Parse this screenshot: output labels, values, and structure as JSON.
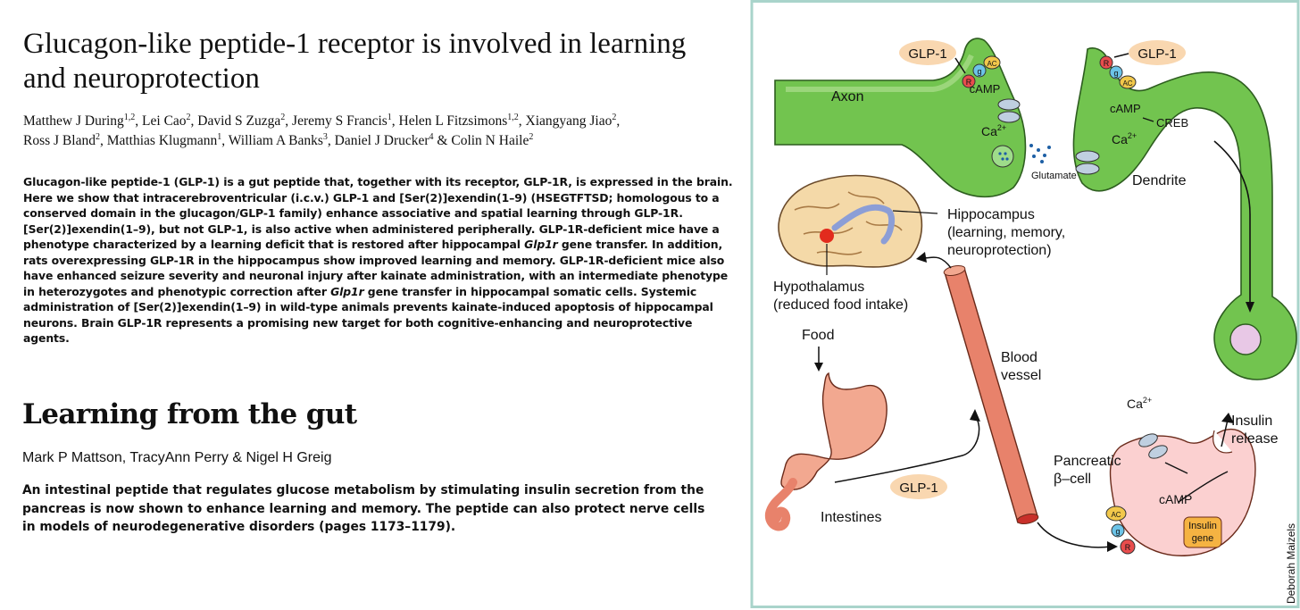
{
  "article1": {
    "title_line1": "Glucagon-like peptide-1 receptor is involved in learning",
    "title_line2": "and neuroprotection",
    "authors": [
      {
        "name": "Matthew J During",
        "aff": "1,2",
        "sep": ", "
      },
      {
        "name": "Lei Cao",
        "aff": "2",
        "sep": ", "
      },
      {
        "name": "David S Zuzga",
        "aff": "2",
        "sep": ", "
      },
      {
        "name": "Jeremy S Francis",
        "aff": "1",
        "sep": ", "
      },
      {
        "name": "Helen L Fitzsimons",
        "aff": "1,2",
        "sep": ", "
      },
      {
        "name": "Xiangyang Jiao",
        "aff": "2",
        "sep": ","
      },
      {
        "name": "Ross J Bland",
        "aff": "2",
        "sep": ", "
      },
      {
        "name": "Matthias Klugmann",
        "aff": "1",
        "sep": ", "
      },
      {
        "name": "William A Banks",
        "aff": "3",
        "sep": ", "
      },
      {
        "name": "Daniel J Drucker",
        "aff": "4",
        "sep": " & "
      },
      {
        "name": "Colin N Haile",
        "aff": "2",
        "sep": ""
      }
    ],
    "abstract_parts": {
      "p1": "Glucagon-like peptide-1 (GLP-1) is a gut peptide that, together with its receptor, GLP-1R, is expressed in the brain. Here we show that intracerebroventricular (i.c.v.) GLP-1 and [Ser(2)]exendin(1–9) (HSEGTFTSD; homologous to a conserved domain in the glucagon/GLP-1 family) enhance associative and spatial learning through GLP-1R. [Ser(2)]exendin(1–9), but not GLP-1, is also active when administered peripherally. GLP-1R-deficient mice have a phenotype characterized by a learning deficit that is restored after hippocampal ",
      "gene1": "Glp1r",
      "p2": " gene transfer. In addition, rats overexpressing GLP-1R in the hippocampus show improved learning and memory. GLP-1R-deficient mice also have enhanced seizure severity and neuronal injury after kainate administration, with an intermediate phenotype in heterozygotes and phenotypic correction after ",
      "gene2": "Glp1r",
      "p3": " gene transfer in hippocampal somatic cells. Systemic administration of [Ser(2)]exendin(1–9) in wild-type animals prevents kainate-induced apoptosis of hippocampal neurons. Brain GLP-1R represents a promising new target for both cognitive-enhancing and neuroprotective agents."
    }
  },
  "article2": {
    "title": "Learning from the gut",
    "authors": "Mark P Mattson, TracyAnn Perry & Nigel H Greig",
    "summary": "An intestinal peptide that regulates glucose metabolism by stimulating insulin secretion from the pancreas is now shown to enhance learning and memory. The peptide can also protect nerve cells in models of neurodegenerative disorders (pages 1173–1179)."
  },
  "figure": {
    "labels": {
      "glp1_a": "GLP-1",
      "glp1_b": "GLP-1",
      "glp1_c": "GLP-1",
      "axon": "Axon",
      "dendrite": "Dendrite",
      "camp_axon": "cAMP",
      "ca_axon": "Ca",
      "camp_dend": "cAMP",
      "ca_dend": "Ca",
      "creb": "CREB",
      "glutamate": "Glutamate",
      "hippocampus": "Hippocampus",
      "hippocampus_note1": "(learning, memory,",
      "hippocampus_note2": "neuroprotection)",
      "hypothalamus": "Hypothalamus",
      "hypothalamus_note": "(reduced food intake)",
      "food": "Food",
      "blood_vessel1": "Blood",
      "blood_vessel2": "vessel",
      "intestines": "Intestines",
      "pancreatic1": "Pancreatic",
      "pancreatic2": "β–cell",
      "ca_panc": "Ca",
      "camp_panc": "cAMP",
      "insulin_release1": "Insulin",
      "insulin_release2": "release",
      "insulin_gene1": "Insulin",
      "insulin_gene2": "gene",
      "receptor": "R",
      "gprotein": "g",
      "ac": "AC",
      "superscript": "2+",
      "credit": "Deborah Maizels"
    },
    "colors": {
      "border": "#a9d4cb",
      "neuron_green": "#6cc04a",
      "neuron_green_light": "#9bd46e",
      "glp1_badge": "#f9d7b0",
      "vessel": "#e8826b",
      "stomach": "#f2a890",
      "pancreas": "#f9c7c7",
      "brain": "#f4d9a8",
      "insulin_gene": "#f5b342"
    }
  }
}
